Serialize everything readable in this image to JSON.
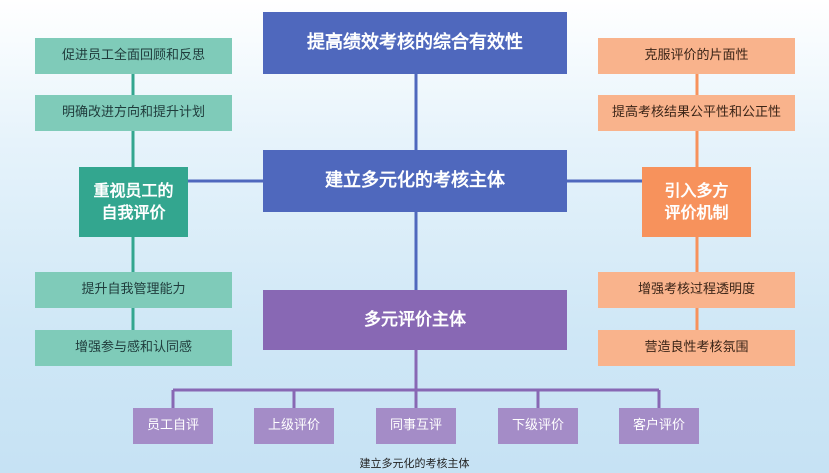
{
  "diagram": {
    "top_goal": "提高绩效考核的综合有效性",
    "center": "建立多元化的考核主体",
    "bottom": "多元评价主体",
    "left_main": "重视员工的\n自我评价",
    "left_items": [
      "促进员工全面回顾和反思",
      "明确改进方向和提升计划",
      "提升自我管理能力",
      "增强参与感和认同感"
    ],
    "right_main": "引入多方\n评价机制",
    "right_items": [
      "克服评价的片面性",
      "提高考核结果公平性和公正性",
      "增强考核过程透明度",
      "营造良性考核氛围"
    ],
    "subjects": [
      "员工自评",
      "上级评价",
      "同事互评",
      "下级评价",
      "客户评价"
    ]
  },
  "caption": "建立多元化的考核主体",
  "colors": {
    "blue": "#4f68bd",
    "teal_main": "#33a68f",
    "teal": "#7fcbb9",
    "orange_main": "#f7925c",
    "orange": "#f9b38c",
    "purple": "#8868b4",
    "lavender": "#a48cc7"
  }
}
